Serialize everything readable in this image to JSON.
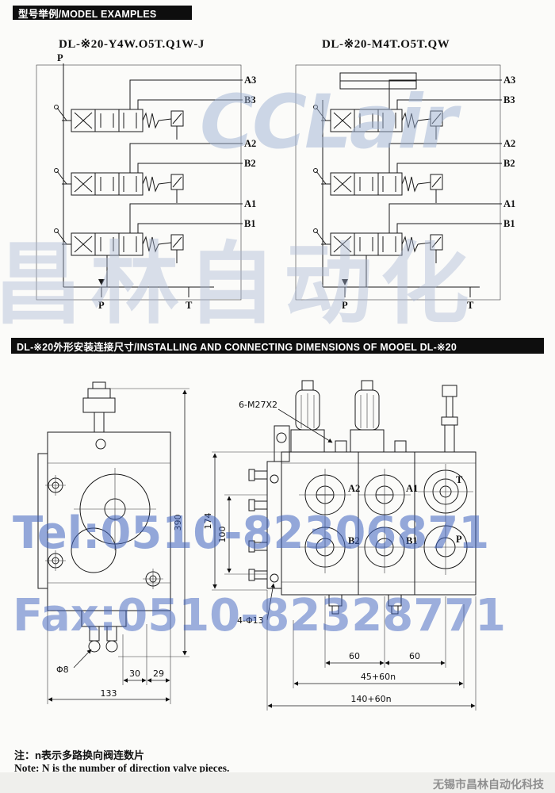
{
  "headers": {
    "model_examples": "型号举例/MODEL EXAMPLES",
    "dimensions": "DL-※20外形安装连接尺寸/INSTALLING AND CONNECTING DIMENSIONS OF MOOEL DL-※20"
  },
  "schematic_left": {
    "title": "DL-※20-Y4W.O5T.Q1W-J",
    "pilot_label": "P",
    "ports": {
      "a3": "A3",
      "b3": "B3",
      "a2": "A2",
      "b2": "B2",
      "a1": "A1",
      "b1": "B1",
      "p": "P",
      "t": "T"
    }
  },
  "schematic_right": {
    "title": "DL-※20-M4T.O5T.QW",
    "ports": {
      "a3": "A3",
      "b3": "B3",
      "a2": "A2",
      "b2": "B2",
      "a1": "A1",
      "b1": "B1",
      "p": "P",
      "t": "T"
    }
  },
  "side_view": {
    "dim_390": "390",
    "dim_phi8": "Φ8",
    "dim_30": "30",
    "dim_29": "29",
    "dim_133": "133"
  },
  "front_view": {
    "label_thread": "6-M27X2",
    "dim_174": "174",
    "dim_100": "100",
    "label_holes": "4-Φ13",
    "ports": {
      "a2": "A2",
      "a1": "A1",
      "t": "T",
      "b2": "B2",
      "b1": "B1",
      "p": "P"
    },
    "dim_60_1": "60",
    "dim_60_2": "60",
    "dim_45": "45+60n",
    "dim_140": "140+60n"
  },
  "watermarks": {
    "brand": "CCLair",
    "brand_cn": "昌林自动化",
    "tel": "Tel:0510-82306871",
    "fax": "Fax:0510-82328771"
  },
  "notes": {
    "cn": "注：n表示多路换向阀连数片",
    "en": "Note: N is the number of direction valve pieces."
  },
  "footer": {
    "company": "无锡市昌林自动化科技"
  },
  "colors": {
    "header_bg": "#0e0e0e",
    "watermark_blue": "#3e62c0"
  }
}
